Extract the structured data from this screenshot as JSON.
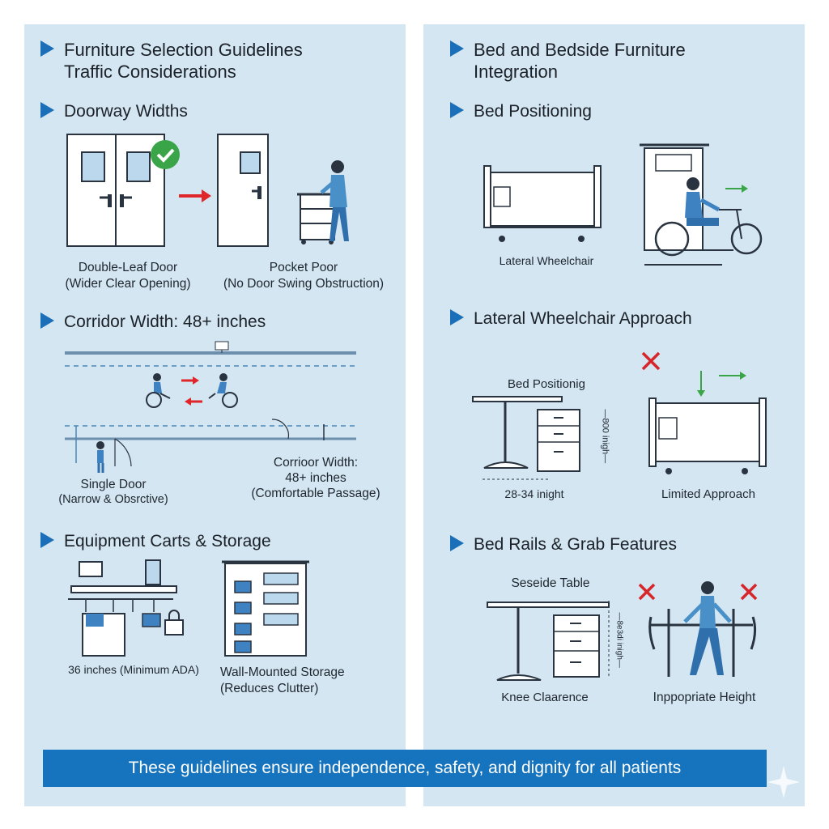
{
  "left": {
    "title_line1": "Furniture Selection Guidelines",
    "title_line2": "Traffic Considerations",
    "doorway": {
      "heading": "Doorway Widths",
      "double_label": "Double-Leaf Door",
      "double_sub": "(Wider Clear Opening)",
      "pocket_label": "Pocket Poor",
      "pocket_sub": "(No Door Swing Obstruction)",
      "check_icon": "check-circle-icon",
      "arrow_color": "#e0262b"
    },
    "corridor": {
      "heading": "Corridor Width: 48+ inches",
      "single_label": "Single Door",
      "single_sub": "(Narrow & Obsrctive)",
      "width_label1": "Corrioor Width:",
      "width_label2": "48+ inches",
      "width_label3": "(Comfortable Passage)"
    },
    "equipment": {
      "heading": "Equipment Carts & Storage",
      "min_label": "36 inches (Minimum ADA)",
      "wall_label": "Wall-Mounted Storage",
      "wall_sub": "(Reduces Clutter)"
    }
  },
  "right": {
    "title_line1": "Bed and Bedside Furniture",
    "title_line2": "Integration",
    "bed_positioning": {
      "heading": "Bed Positioning",
      "caption": "Lateral Wheelchair"
    },
    "lateral": {
      "heading": "Lateral Wheelchair Approach",
      "bed_label": "Bed Positionig",
      "height_label": "28-34 inight",
      "dim_label": "—800 inigh—",
      "limited_label": "Limited Approach"
    },
    "rails": {
      "heading": "Bed Rails & Grab Features",
      "table_label": "Seseide Table",
      "dim_label": "—8e3di inigh—",
      "knee_label": "Knee Claarence",
      "height_label": "Inppopriate Height"
    }
  },
  "banner": "These guidelines ensure independence, safety, and dignity for all patients",
  "colors": {
    "accent": "#1a6fb8",
    "banner": "#1574bd",
    "panel": "#d3e6f1",
    "ok_green": "#3aa548",
    "no_red": "#d7262b"
  }
}
